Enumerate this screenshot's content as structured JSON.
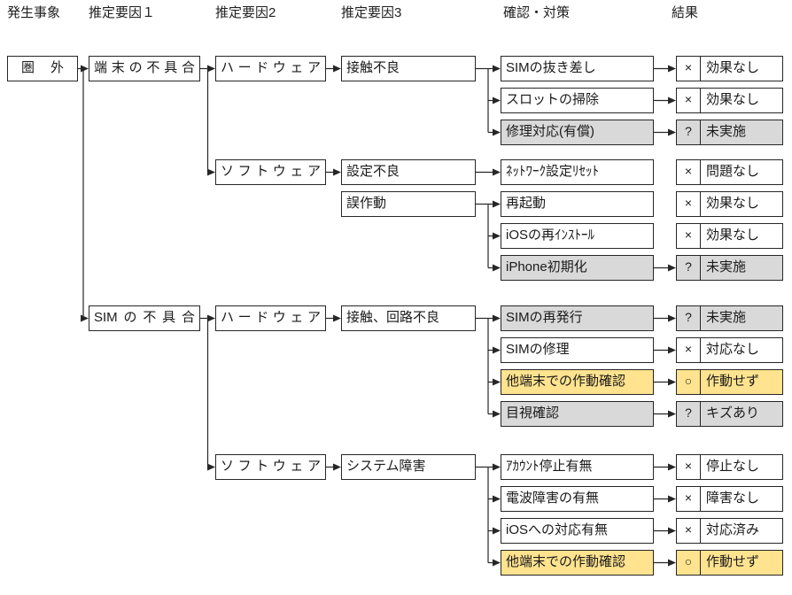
{
  "headers": [
    {
      "id": "event",
      "label": "発生事象"
    },
    {
      "id": "cause1",
      "label": "推定要因１"
    },
    {
      "id": "cause2",
      "label": "推定要因2"
    },
    {
      "id": "cause3",
      "label": "推定要因3"
    },
    {
      "id": "check",
      "label": "確認・対策"
    },
    {
      "id": "result",
      "label": "結果"
    }
  ],
  "colors": {
    "box_white": "#ffffff",
    "box_gray": "#d9d9d9",
    "box_yellow": "#ffe38f",
    "line": "#262626",
    "text": "#1a1a1a"
  },
  "nodes": [
    {
      "id": "ev0",
      "name": "event-out-of-range",
      "col": 0,
      "row": 0,
      "label": "圏外",
      "variant": "white",
      "align": "dist"
    },
    {
      "id": "c1a",
      "name": "cause1-device-fault",
      "col": 1,
      "row": 0,
      "label": "端末の不具合",
      "variant": "white",
      "align": "dist"
    },
    {
      "id": "c1b",
      "name": "cause1-sim-fault",
      "col": 1,
      "row": 7,
      "label": "SIMの不具合",
      "variant": "white",
      "align": "dist"
    },
    {
      "id": "c2a",
      "name": "cause2-hardware-1",
      "col": 2,
      "row": 0,
      "label": "ハードウェア",
      "variant": "white",
      "align": "dist"
    },
    {
      "id": "c2b",
      "name": "cause2-software-1",
      "col": 2,
      "row": 3,
      "label": "ソフトウェア",
      "variant": "white",
      "align": "dist"
    },
    {
      "id": "c2c",
      "name": "cause2-hardware-2",
      "col": 2,
      "row": 7,
      "label": "ハードウェア",
      "variant": "white",
      "align": "dist"
    },
    {
      "id": "c2d",
      "name": "cause2-software-2",
      "col": 2,
      "row": 11,
      "label": "ソフトウェア",
      "variant": "white",
      "align": "dist"
    },
    {
      "id": "c3a",
      "name": "cause3-contact-failure",
      "col": 3,
      "row": 0,
      "label": "接触不良",
      "variant": "white",
      "align": "left"
    },
    {
      "id": "c3b",
      "name": "cause3-setting-failure",
      "col": 3,
      "row": 3,
      "label": "設定不良",
      "variant": "white",
      "align": "left"
    },
    {
      "id": "c3c",
      "name": "cause3-malfunction",
      "col": 3,
      "row": 4,
      "label": "誤作動",
      "variant": "white",
      "align": "left"
    },
    {
      "id": "c3d",
      "name": "cause3-contact-circuit-failure",
      "col": 3,
      "row": 7,
      "label": "接触、回路不良",
      "variant": "white",
      "align": "left"
    },
    {
      "id": "c3e",
      "name": "cause3-system-failure",
      "col": 3,
      "row": 11,
      "label": "システム障害",
      "variant": "white",
      "align": "left"
    }
  ],
  "rows": [
    {
      "name": "sim-reinsert",
      "action": "SIMの抜き差し",
      "variant": "white",
      "arrow": true,
      "mark": "×",
      "result": "効果なし"
    },
    {
      "name": "slot-cleaning",
      "action": "スロットの掃除",
      "variant": "white",
      "arrow": true,
      "mark": "×",
      "result": "効果なし"
    },
    {
      "name": "paid-repair",
      "action": "修理対応(有償)",
      "variant": "gray",
      "arrow": true,
      "mark": "?",
      "result": "未実施"
    },
    {
      "name": "network-settings-reset",
      "action": "ﾈｯﾄﾜｰｸ設定ﾘｾｯﾄ",
      "variant": "white",
      "arrow": false,
      "mark": "×",
      "result": "問題なし"
    },
    {
      "name": "restart",
      "action": "再起動",
      "variant": "white",
      "arrow": false,
      "mark": "×",
      "result": "効果なし"
    },
    {
      "name": "ios-reinstall",
      "action": "iOSの再ｲﾝｽﾄｰﾙ",
      "variant": "white",
      "arrow": false,
      "mark": "×",
      "result": "効果なし"
    },
    {
      "name": "iphone-factory-reset",
      "action": "iPhone初期化",
      "variant": "gray",
      "arrow": true,
      "mark": "?",
      "result": "未実施"
    },
    {
      "name": "sim-reissue",
      "action": "SIMの再発行",
      "variant": "gray",
      "arrow": true,
      "mark": "?",
      "result": "未実施"
    },
    {
      "name": "sim-repair",
      "action": "SIMの修理",
      "variant": "white",
      "arrow": true,
      "mark": "×",
      "result": "対応なし"
    },
    {
      "name": "check-on-other-device",
      "action": "他端末での作動確認",
      "variant": "yellow",
      "arrow": true,
      "mark": "○",
      "result": "作動せず"
    },
    {
      "name": "visual-inspection",
      "action": "目視確認",
      "variant": "gray",
      "arrow": true,
      "mark": "?",
      "result": "キズあり"
    },
    {
      "name": "account-suspension-check",
      "action": "ｱｶｳﾝﾄ停止有無",
      "variant": "white",
      "arrow": true,
      "mark": "×",
      "result": "停止なし"
    },
    {
      "name": "radio-outage-check",
      "action": "電波障害の有無",
      "variant": "white",
      "arrow": true,
      "mark": "×",
      "result": "障害なし"
    },
    {
      "name": "ios-support-check",
      "action": "iOSへの対応有無",
      "variant": "white",
      "arrow": true,
      "mark": "×",
      "result": "対応済み"
    },
    {
      "name": "check-on-other-device-2",
      "action": "他端末での作動確認",
      "variant": "yellow",
      "arrow": true,
      "mark": "○",
      "result": "作動せず"
    }
  ],
  "edges": [
    {
      "type": "arrow",
      "from": "ev0",
      "to": "c1a"
    },
    {
      "type": "arrow",
      "from": "c1a",
      "to": "c2a"
    },
    {
      "type": "arrow",
      "from": "c2a",
      "to": "c3a"
    },
    {
      "type": "arrow",
      "from": "c2b",
      "to": "c3b"
    },
    {
      "type": "arrow",
      "from": "c1b",
      "to": "c2c"
    },
    {
      "type": "arrow",
      "from": "c2c",
      "to": "c3d"
    },
    {
      "type": "arrow",
      "from": "c2d",
      "to": "c3e"
    },
    {
      "type": "drop",
      "from": "ev0",
      "to": "c1b"
    },
    {
      "type": "drop",
      "from": "c1a",
      "to": "c2b"
    },
    {
      "type": "drop",
      "from": "c1b",
      "to": "c2d"
    },
    {
      "type": "fan",
      "from": "c3a",
      "toRows": [
        0,
        1,
        2
      ]
    },
    {
      "type": "arrowRow",
      "from": "c3b",
      "toRow": 3
    },
    {
      "type": "fan",
      "from": "c3c",
      "toRows": [
        4,
        5,
        6
      ]
    },
    {
      "type": "fan",
      "from": "c3d",
      "toRows": [
        7,
        8,
        9,
        10
      ]
    },
    {
      "type": "fan",
      "from": "c3e",
      "toRows": [
        11,
        12,
        13,
        14
      ]
    }
  ]
}
